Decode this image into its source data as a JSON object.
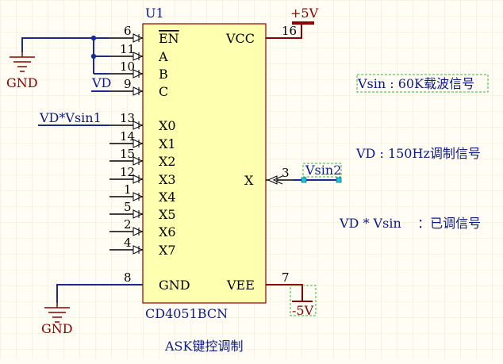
{
  "component": {
    "designator": "U1",
    "part_number": "CD4051BCN",
    "left_pins": [
      {
        "number": "6",
        "name": "EN",
        "overline": true
      },
      {
        "number": "11",
        "name": "A"
      },
      {
        "number": "10",
        "name": "B"
      },
      {
        "number": "9",
        "name": "C"
      },
      {
        "number": "13",
        "name": "X0"
      },
      {
        "number": "14",
        "name": "X1"
      },
      {
        "number": "15",
        "name": "X2"
      },
      {
        "number": "12",
        "name": "X3"
      },
      {
        "number": "1",
        "name": "X4"
      },
      {
        "number": "5",
        "name": "X5"
      },
      {
        "number": "2",
        "name": "X6"
      },
      {
        "number": "4",
        "name": "X7"
      },
      {
        "number": "8",
        "name": "GND"
      }
    ],
    "right_pins": [
      {
        "number": "16",
        "name": "VCC"
      },
      {
        "number": "3",
        "name": "X"
      },
      {
        "number": "7",
        "name": "VEE"
      }
    ]
  },
  "power": {
    "vcc_port": "+5V",
    "vee_port": "-5V",
    "gnd_top": "GND",
    "gnd_bottom": "GND"
  },
  "nets": {
    "vd": "VD",
    "vd_vsin": "VD*Vsin1",
    "vsin2": "Vsin2"
  },
  "notes": {
    "carrier": "Vsin : 60K载波信号",
    "modulating": "VD : 150Hz调制信号",
    "modulated": "VD * Vsin    ：已调信号"
  },
  "caption": "ASK键控调制",
  "colors": {
    "background": "#fffdf4",
    "grid": "#efe6d2",
    "component_fill": "#ffffb0",
    "component_border": "#8b0000",
    "wire": "#1a2a8a",
    "power": "#8b0000",
    "note_text": "#0c1a8a",
    "note_border": "#3ab83a",
    "port_handle": "#22c4d8"
  }
}
